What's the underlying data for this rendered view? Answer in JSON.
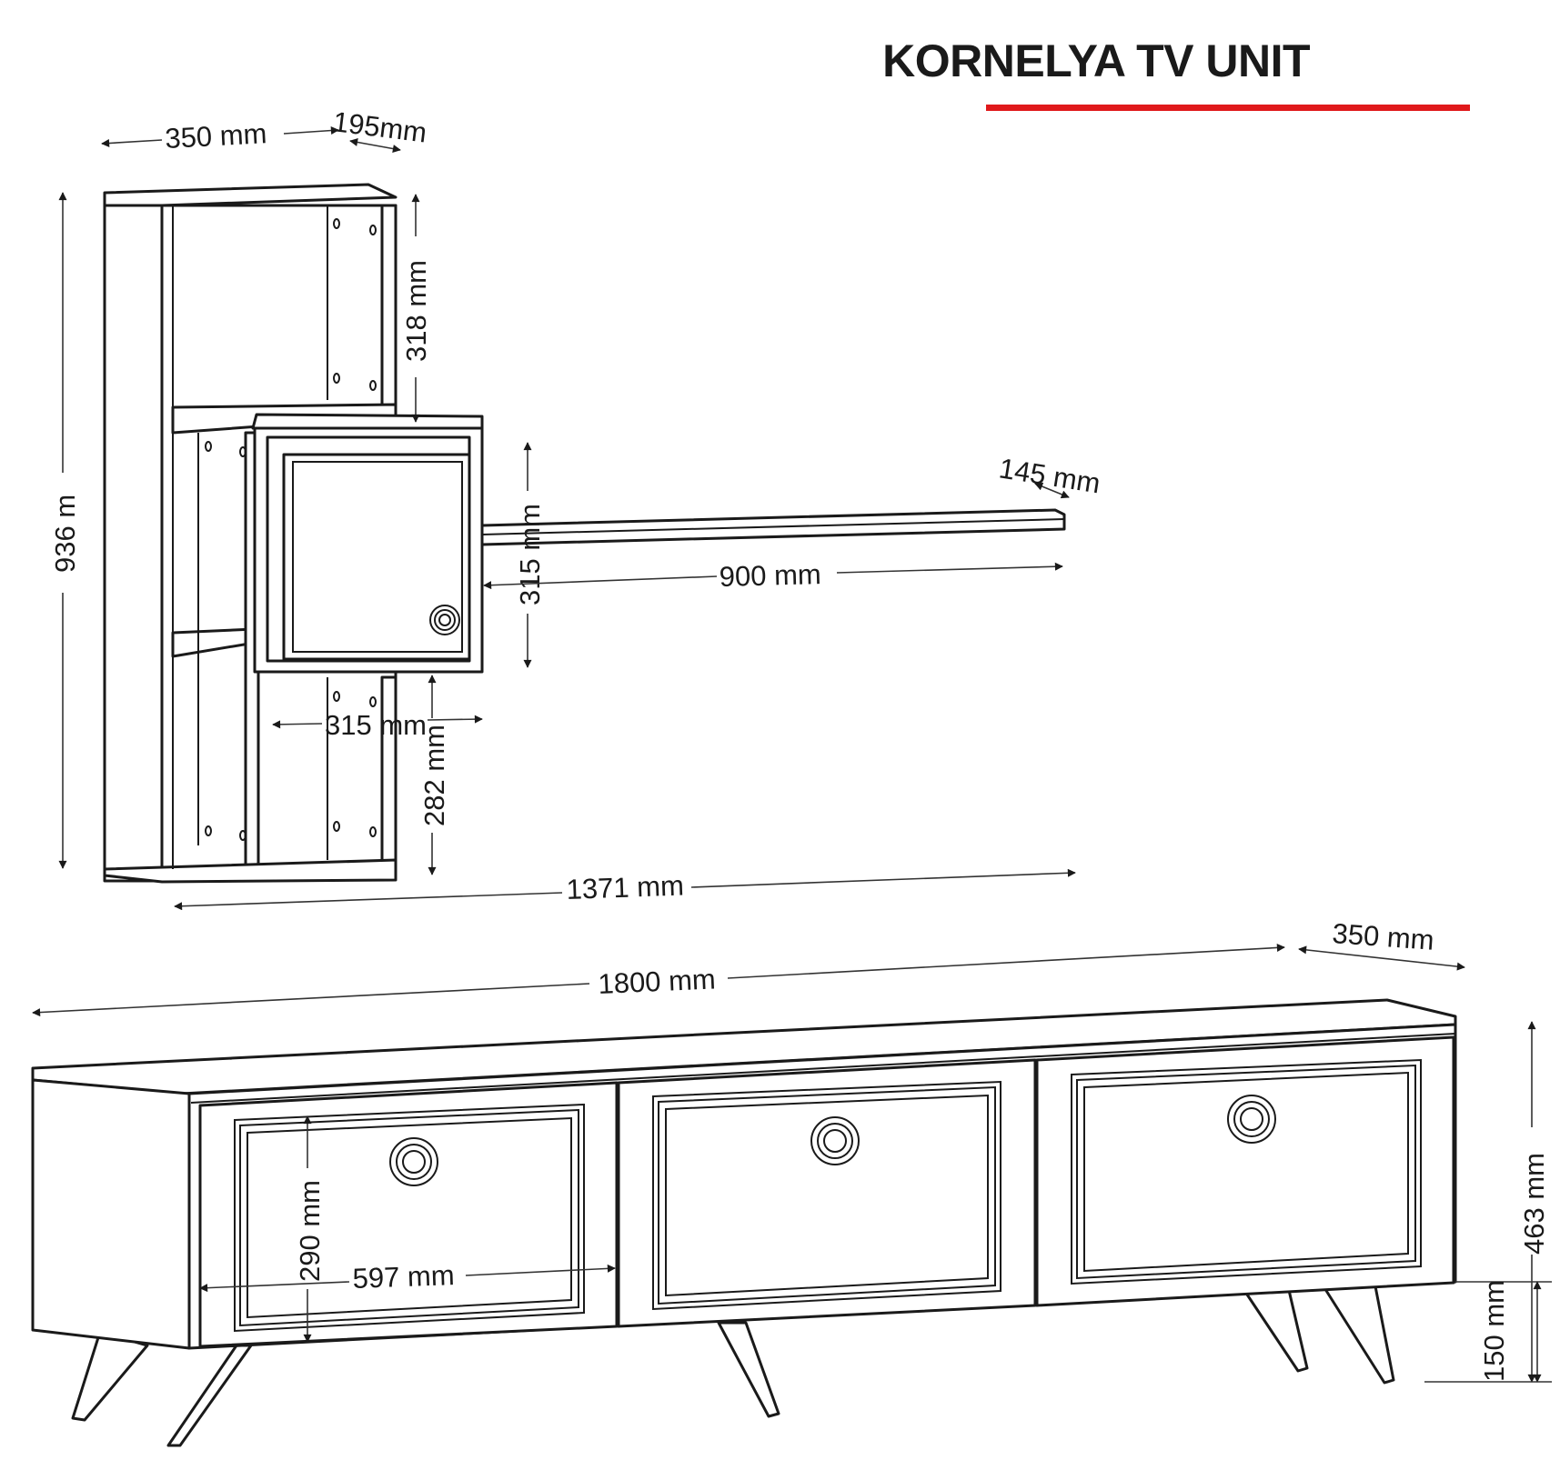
{
  "title": "KORNELYA TV UNIT",
  "accent_color": "#e0191b",
  "line_color": "#1a1a1a",
  "wall_unit": {
    "dimensions": {
      "shelf_width": "350 mm",
      "shelf_depth": "195mm",
      "total_height": "936 m",
      "upper_shelf_height": "318 mm",
      "cabinet_height": "315 mm",
      "cabinet_width": "315 mm",
      "lower_shelf_height": "282 mm",
      "plank_depth": "145 mm",
      "plank_width": "900 mm",
      "total_width": "1371 mm"
    }
  },
  "tv_stand": {
    "dimensions": {
      "total_width": "1800 mm",
      "depth": "350 mm",
      "total_height": "463 mm",
      "drawer_height": "290 mm",
      "drawer_width": "597 mm",
      "leg_height": "150 mm"
    }
  }
}
